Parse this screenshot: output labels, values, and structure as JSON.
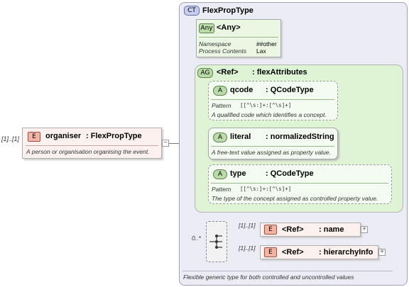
{
  "root": {
    "cardinality": "[1]..[1]",
    "badge": "E",
    "name": "organiser",
    "type": ": FlexPropType",
    "doc": "A person or organisation organising the event."
  },
  "complex_type": {
    "badge": "CT",
    "name": "FlexPropType",
    "doc": "Flexible generic type for both controlled and uncontrolled values"
  },
  "any": {
    "badge": "Any",
    "name": "<Any>",
    "namespace_label": "Namespace",
    "namespace_value": "##other",
    "process_label": "Process Contents",
    "process_value": "Lax"
  },
  "attribute_group": {
    "badge": "AG",
    "ref": "<Ref>",
    "name": ": flexAttributes",
    "attributes": [
      {
        "badge": "A",
        "name": "qcode",
        "type": ": QCodeType",
        "pattern_label": "Pattern",
        "pattern_value": "[[^\\s:]+:[^\\s]+]",
        "doc": "A qualified code which identifies a concept."
      },
      {
        "badge": "A",
        "name": "literal",
        "type": ": normalizedString",
        "doc": "A free-text value assigned as property value."
      },
      {
        "badge": "A",
        "name": "type",
        "type": ": QCodeType",
        "pattern_label": "Pattern",
        "pattern_value": "[[^\\s:]+:[^\\s]+]",
        "doc": "The type of the concept assigned as controlled property value."
      }
    ]
  },
  "sequence": {
    "cardinality": "0..*",
    "icon": "sequence-icon"
  },
  "children": [
    {
      "cardinality": "[1]..[1]",
      "badge": "E",
      "ref": "<Ref>",
      "name": ": name"
    },
    {
      "cardinality": "[1]..[1]",
      "badge": "E",
      "ref": "<Ref>",
      "name": ": hierarchyInfo"
    }
  ],
  "colors": {
    "element_fill": "#fdf1ef",
    "ct_fill": "#ececf6",
    "green_fill": "#eaf7e3",
    "green_panel": "#dff3d5"
  }
}
